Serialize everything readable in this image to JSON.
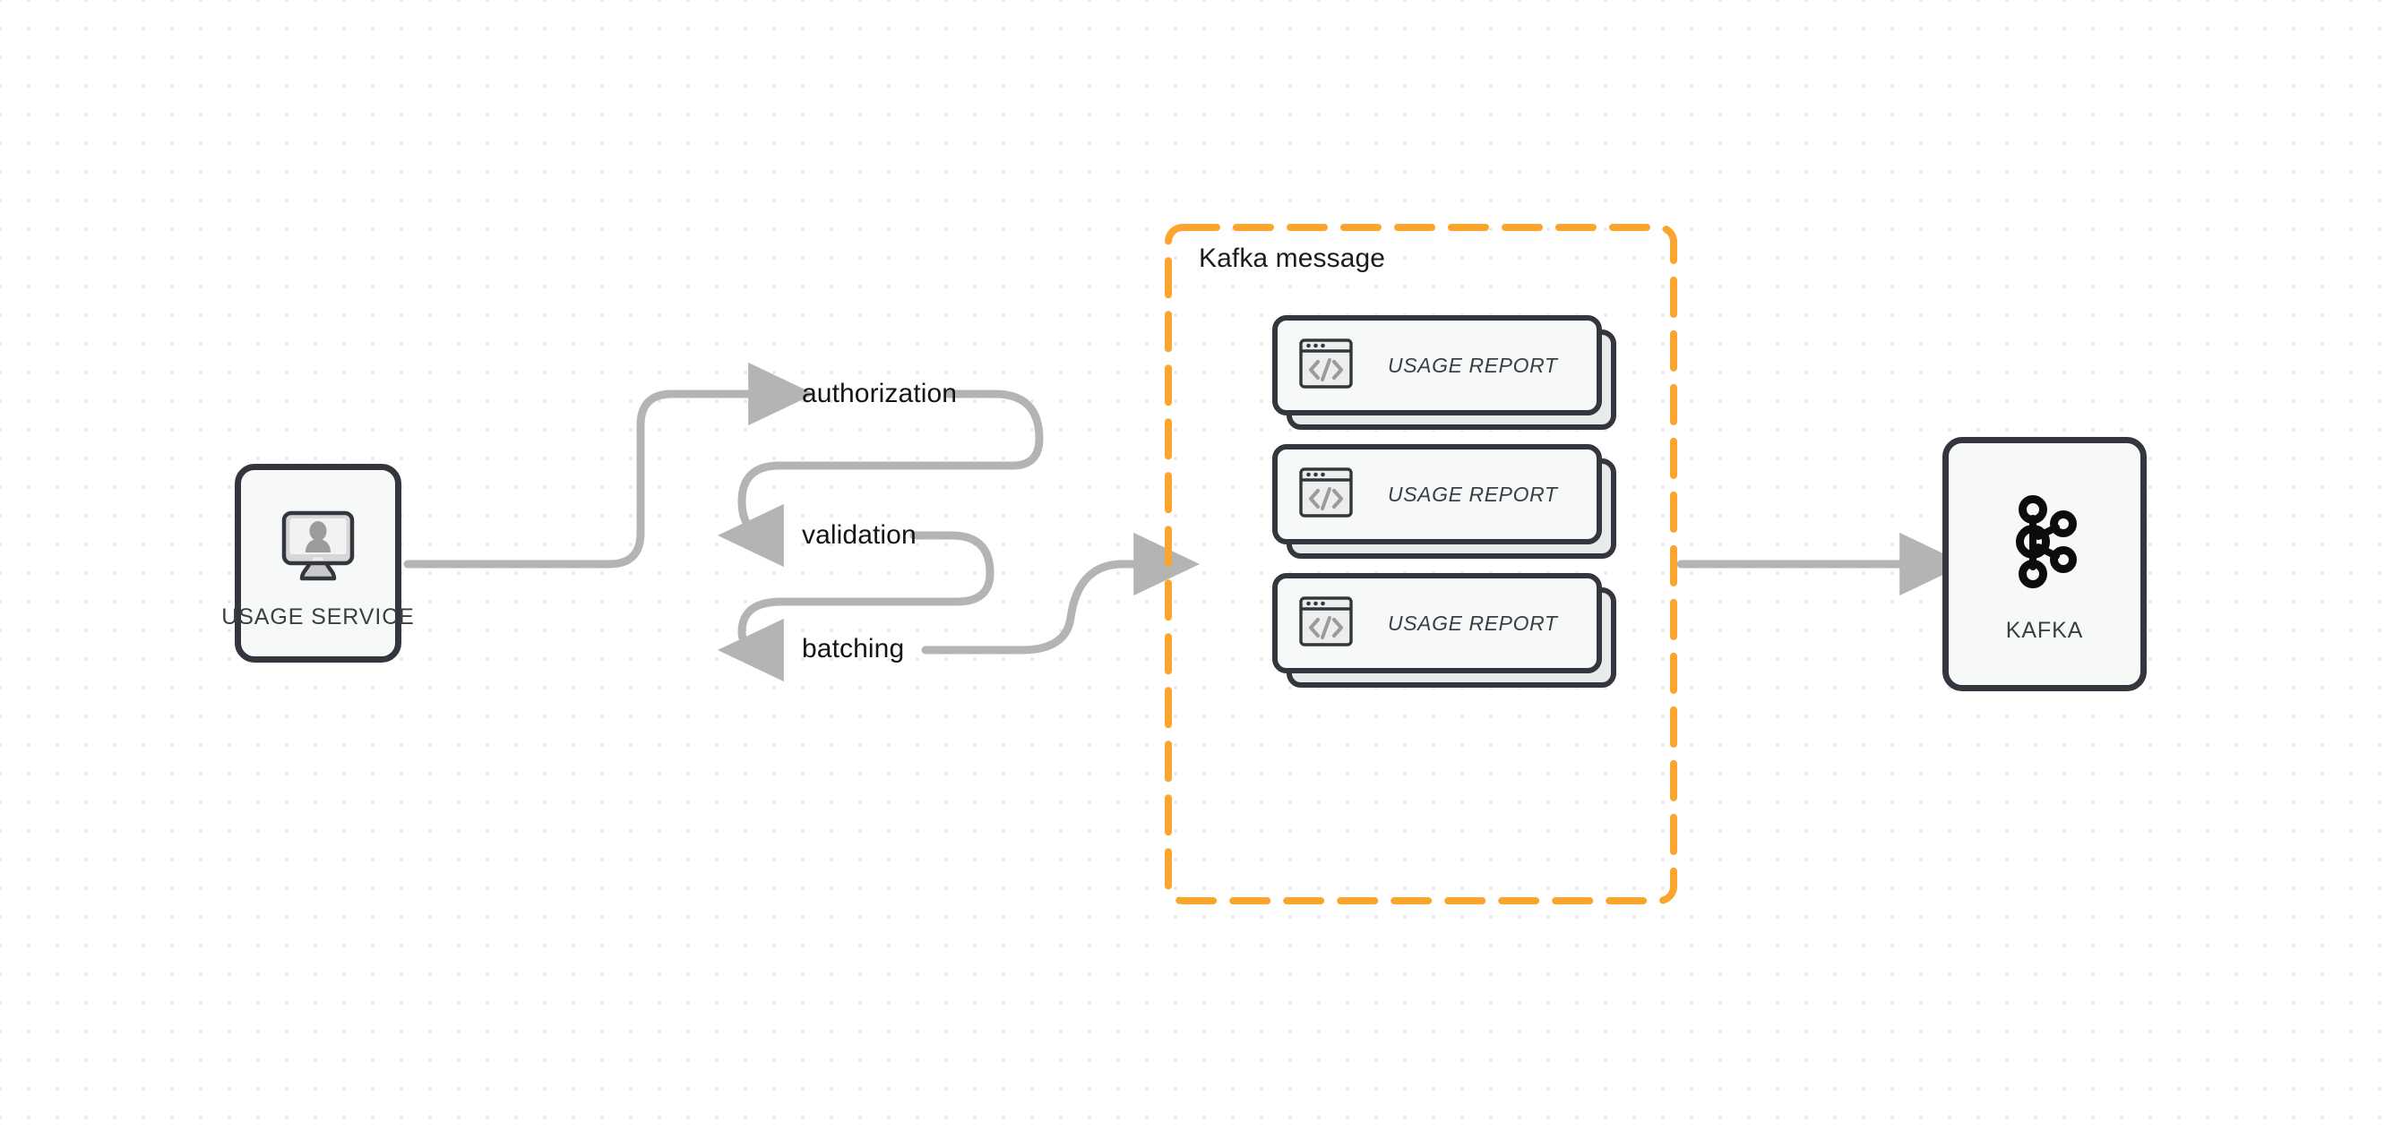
{
  "diagram": {
    "title": "Usage Service to Kafka message flow",
    "background": {
      "color": "#ffffff",
      "dot_color": "#e2e2e2",
      "dot_spacing": 32
    },
    "colors": {
      "node_stroke": "#33373d",
      "node_fill": "#f7f9f8",
      "connector": "#b4b4b4",
      "group_accent": "#fba52f",
      "label_text": "#131416",
      "icon_gray": "#9b9b9b"
    }
  },
  "source_node": {
    "label": "USAGE SERVICE",
    "icon": "monitor-user-icon"
  },
  "pipeline": {
    "steps": [
      {
        "label": "authorization"
      },
      {
        "label": "validation"
      },
      {
        "label": "batching"
      }
    ]
  },
  "kafka_message_group": {
    "title": "Kafka message",
    "border_style": "dashed",
    "border_color": "#fba52f",
    "cards": [
      {
        "label": "USAGE REPORT",
        "icon": "code-window-icon"
      },
      {
        "label": "USAGE REPORT",
        "icon": "code-window-icon"
      },
      {
        "label": "USAGE REPORT",
        "icon": "code-window-icon"
      }
    ]
  },
  "destination_node": {
    "label": "KAFKA",
    "icon": "kafka-logo-icon"
  },
  "connectors": [
    {
      "from": "usage-service",
      "to": "authorization",
      "style": "elbow-arrow"
    },
    {
      "from": "authorization",
      "to": "validation",
      "style": "u-turn-arrow"
    },
    {
      "from": "validation",
      "to": "batching",
      "style": "u-turn-arrow"
    },
    {
      "from": "batching",
      "to": "kafka-message-group",
      "style": "s-curve-arrow"
    },
    {
      "from": "kafka-message-group",
      "to": "kafka",
      "style": "straight-arrow"
    }
  ]
}
